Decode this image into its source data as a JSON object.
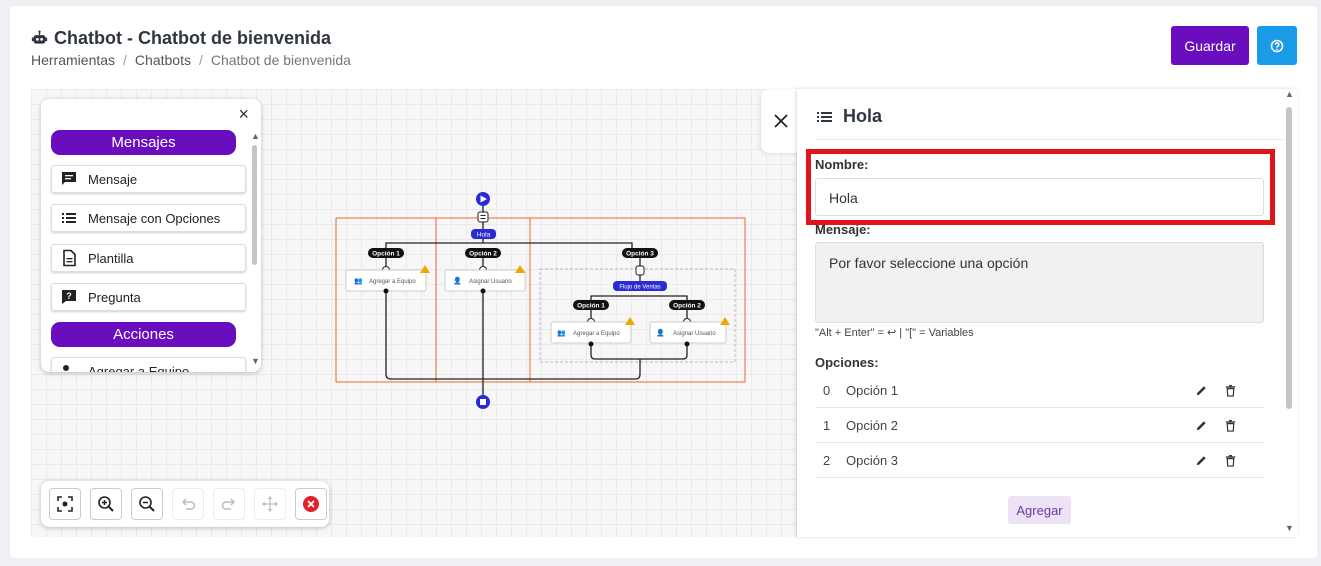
{
  "header": {
    "title": "Chatbot - Chatbot de bienvenida",
    "breadcrumb": [
      "Herramientas",
      "Chatbots",
      "Chatbot de bienvenida"
    ],
    "save_label": "Guardar"
  },
  "palette": {
    "close": "×",
    "section_messages": "Mensajes",
    "items": [
      "Mensaje",
      "Mensaje con Opciones",
      "Plantilla",
      "Pregunta"
    ],
    "section_actions": "Acciones",
    "partial_item": "Agregar a Equipo"
  },
  "flow": {
    "root_label": "Hola",
    "options": [
      "Opción 1",
      "Opción 2",
      "Opción 3"
    ],
    "node1": "Agregar a Equipo",
    "node2": "Asignar Usuario",
    "sub_flow_label": "Flujo de Ventas",
    "sub_options": [
      "Opción 1",
      "Opción 2"
    ],
    "sub_node1": "Agregar a Equipo",
    "sub_node2": "Asignar Usuario"
  },
  "panel": {
    "title": "Hola",
    "name_label": "Nombre:",
    "name_value": "Hola",
    "message_label": "Mensaje:",
    "message_value": "Por favor seleccione una opción",
    "hint": "\"Alt + Enter\" = ↩ |   \"[\" = Variables",
    "options_label": "Opciones:",
    "options": [
      {
        "index": "0",
        "label": "Opción 1"
      },
      {
        "index": "1",
        "label": "Opción 2"
      },
      {
        "index": "2",
        "label": "Opción 3"
      }
    ],
    "add_label": "Agregar"
  },
  "colors": {
    "primary": "#6a0dbf",
    "help": "#1a9be8",
    "flow_blue": "#2b2bd6",
    "highlight": "#e0141a",
    "selection": "#e86a2e"
  }
}
